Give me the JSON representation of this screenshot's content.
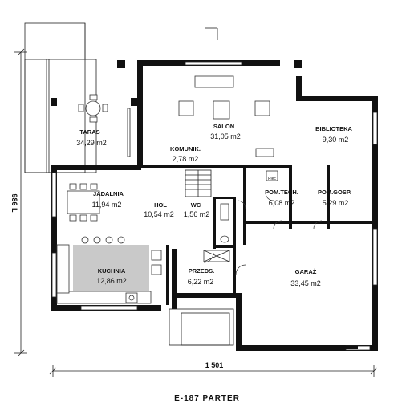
{
  "title": "E-187 PARTER",
  "dimensions": {
    "width": "1 501",
    "height": "986 L"
  },
  "rooms": [
    {
      "id": "taras",
      "name": "TARAS",
      "area": "34,29 m2"
    },
    {
      "id": "salon",
      "name": "SALON",
      "area": "31,05 m2"
    },
    {
      "id": "biblioteka",
      "name": "BIBLIOTEKA",
      "area": "9,30 m2"
    },
    {
      "id": "komunik",
      "name": "KOMUNIK.",
      "area": "2,78 m2"
    },
    {
      "id": "jadalnia",
      "name": "JADALNIA",
      "area": "11,94 m2"
    },
    {
      "id": "hol",
      "name": "HOL",
      "area": "10,54 m2"
    },
    {
      "id": "wc",
      "name": "WC",
      "area": "1,56 m2"
    },
    {
      "id": "pom-tech",
      "name": "POM.TECH.",
      "area": "6,08 m2"
    },
    {
      "id": "pom-gosp",
      "name": "POM.GOSP.",
      "area": "5,29 m2"
    },
    {
      "id": "kuchnia",
      "name": "KUCHNIA",
      "area": "12,86 m2"
    },
    {
      "id": "przedsionek",
      "name": "PRZEDS.",
      "area": "6,22 m2"
    },
    {
      "id": "garaz",
      "name": "GARAŻ",
      "area": "33,45 m2"
    }
  ],
  "equipment": {
    "boiler_label": "Piec"
  }
}
